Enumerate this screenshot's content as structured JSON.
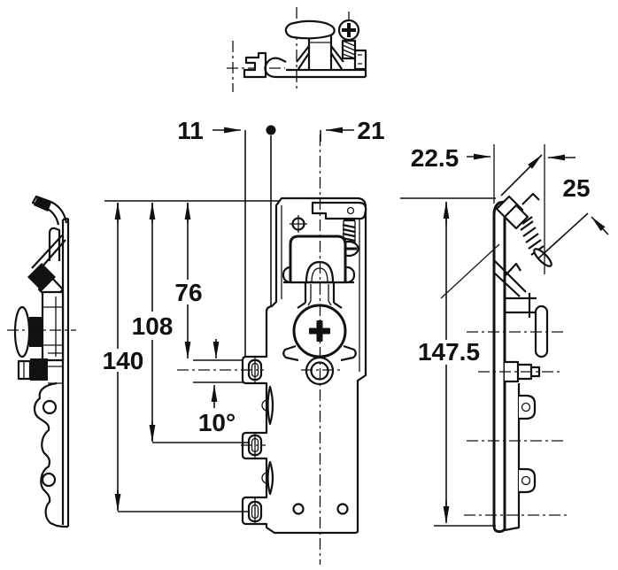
{
  "page": {
    "background": "#ffffff",
    "ink": "#111111"
  },
  "drawing": {
    "kind": "technical-drawing-hinge-suspension-bracket",
    "views": {
      "top": "top-view",
      "left": "left-side-view",
      "front": "front-view",
      "right": "right-side-view"
    },
    "dims": {
      "d11": "11",
      "d21": "21",
      "d22_5": "22.5",
      "d25": "25",
      "d76": "76",
      "d108": "108",
      "d140": "140",
      "a10": "10°",
      "d147_5": "147.5"
    }
  }
}
